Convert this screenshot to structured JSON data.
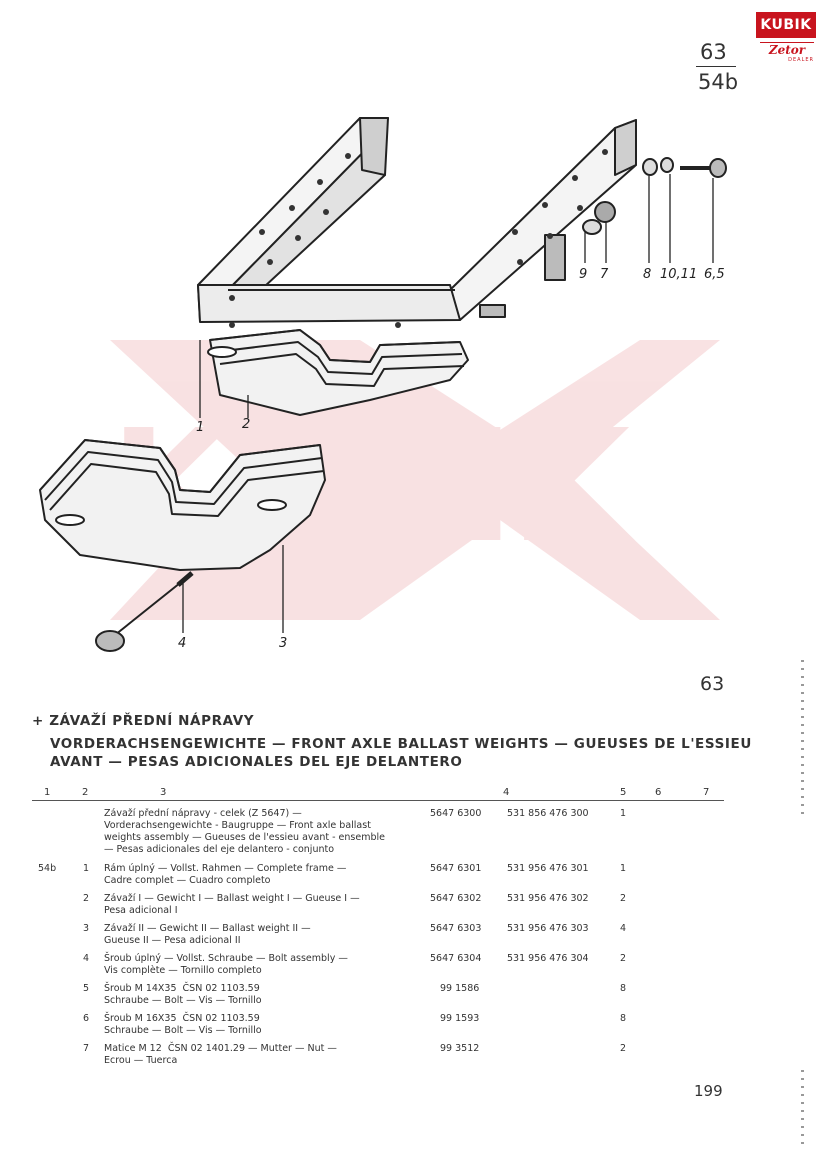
{
  "logo": {
    "brand": "KUBIK",
    "sub": "Zetor",
    "dealer": "DEALER"
  },
  "page_ref": {
    "figure": "63",
    "page": "54b"
  },
  "diagram": {
    "callouts": [
      "1",
      "2",
      "3",
      "4",
      "9",
      "7",
      "8",
      "10,11",
      "6,5"
    ],
    "watermark": "KUBIK",
    "figure_number": "63"
  },
  "heading": {
    "line1": "+ ZÁVAŽÍ PŘEDNÍ NÁPRAVY",
    "line2": "VORDERACHSENGEWICHTE — FRONT AXLE BALLAST WEIGHTS — GUEUSES DE L'ESSIEU",
    "line3": "AVANT — PESAS ADICIONALES DEL EJE DELANTERO"
  },
  "columns": [
    "1",
    "2",
    "3",
    "4",
    "5",
    "6",
    "7"
  ],
  "rows": [
    {
      "c1": "",
      "c2": "",
      "desc": "Závaží přední nápravy - celek (Z 5647) —\nVorderachsengewichte - Baugruppe — Front axle ballast\nweights assembly — Gueuses de l'essieu avant - ensemble\n— Pesas adicionales del eje delantero - conjunto",
      "code": "5647 6300",
      "num": "531 856 476 300",
      "qty": "1"
    },
    {
      "c1": "54b",
      "c2": "1",
      "desc": "Rám úplný — Vollst. Rahmen — Complete frame —\nCadre complet — Cuadro completo",
      "code": "5647 6301",
      "num": "531 956 476 301",
      "qty": "1"
    },
    {
      "c1": "",
      "c2": "2",
      "desc": "Závaží I — Gewicht I — Ballast weight I — Gueuse I —\nPesa adicional I",
      "code": "5647 6302",
      "num": "531 956 476 302",
      "qty": "2"
    },
    {
      "c1": "",
      "c2": "3",
      "desc": "Závaží II — Gewicht II — Ballast weight II —\nGueuse II — Pesa adicional II",
      "code": "5647 6303",
      "num": "531 956 476 303",
      "qty": "4"
    },
    {
      "c1": "",
      "c2": "4",
      "desc": "Šroub úplný — Vollst. Schraube — Bolt assembly —\nVis complète — Tornillo completo",
      "code": "5647 6304",
      "num": "531 956 476 304",
      "qty": "2"
    },
    {
      "c1": "",
      "c2": "5",
      "desc": "Šroub M 14X35  ČSN 02 1103.59\nSchraube — Bolt — Vis — Tornillo",
      "code": "99 1586",
      "num": "",
      "qty": "8"
    },
    {
      "c1": "",
      "c2": "6",
      "desc": "Šroub M 16X35  ČSN 02 1103.59\nSchraube — Bolt — Vis — Tornillo",
      "code": "99 1593",
      "num": "",
      "qty": "8"
    },
    {
      "c1": "",
      "c2": "7",
      "desc": "Matice M 12  ČSN 02 1401.29 — Mutter — Nut —\nEcrou — Tuerca",
      "code": "99 3512",
      "num": "",
      "qty": "2"
    }
  ],
  "page_number": "199"
}
